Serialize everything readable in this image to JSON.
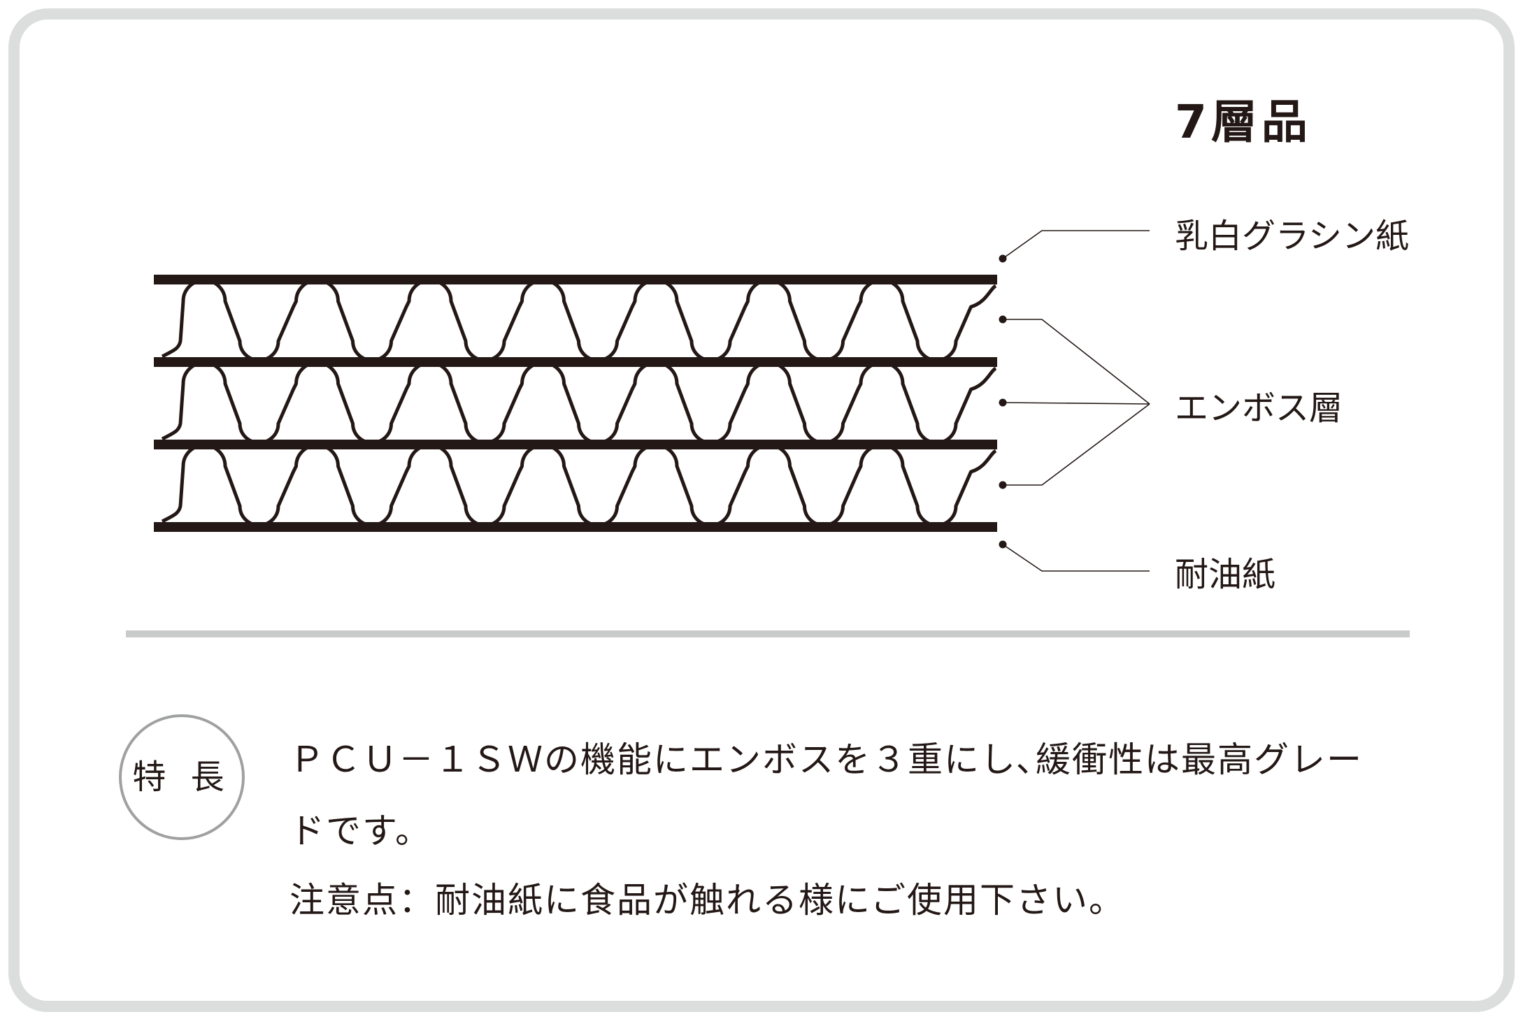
{
  "product": {
    "title": "7層品"
  },
  "layers": {
    "top_label": "乳白グラシン紙",
    "middle_label": "エンボス層",
    "bottom_label": "耐油紙",
    "embossed_layer_count": 3,
    "paper_sheet_count": 4,
    "waves_per_layer": 7
  },
  "feature": {
    "badge_label": "特 長",
    "description": "ＰＣＵ－１ＳＷの機能にエンボスを３重にし､緩衝性は最高グレードです。",
    "note": "注意点：耐油紙に食品が触れる様にご使用下さい。"
  },
  "colors": {
    "ink": "#231815",
    "frame": "#dcdddd",
    "divider": "#c9caca",
    "badge_border": "#9fa0a0"
  }
}
